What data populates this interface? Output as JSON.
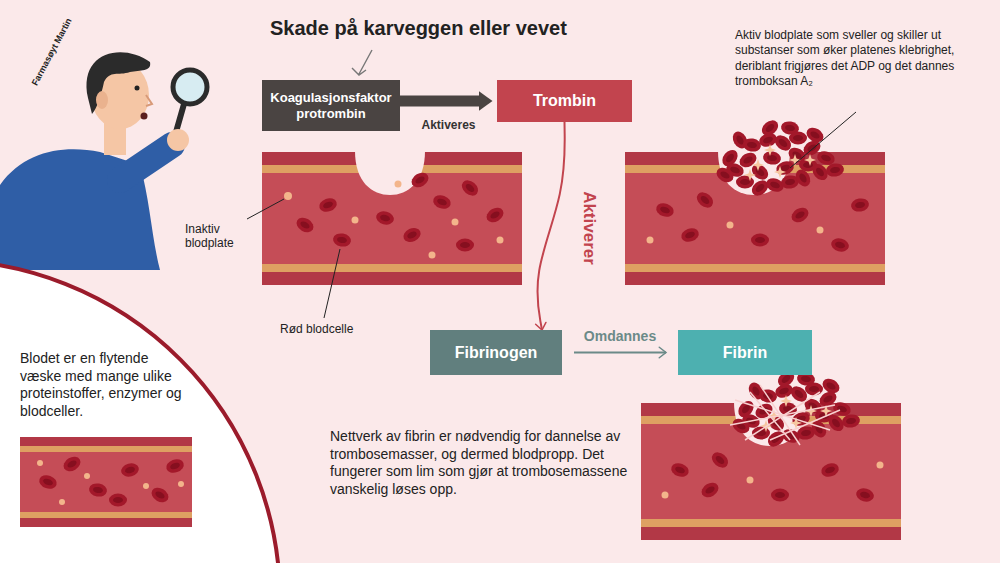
{
  "diagram": {
    "title": "Skade på karveggen eller vevet",
    "nodes": [
      {
        "text": [
          "Koagulasjonsfaktor protrombin"
        ]
      },
      {
        "text": [
          "Trombin"
        ]
      },
      {
        "text": [
          "Fibrinogen"
        ]
      },
      {
        "text": [
          "Fibrin"
        ]
      }
    ],
    "edges": [
      {
        "from": 0,
        "to": 1,
        "label": "Aktiveres",
        "arrow": "to"
      },
      {
        "from": 1,
        "to": 2,
        "label": "Aktiverer",
        "arrow": "to"
      },
      {
        "from": 2,
        "to": 3,
        "label": "Omdannes",
        "arrow": "to"
      }
    ],
    "labels": [
      "Farmasøyt Martin",
      "Aktiv blodplate som sveller og skiller ut substanser som øker platenes klebrighet, deriblant frigjøres det ADP og det dannes tromboksan A₂",
      "Inaktiv blodplate",
      "Rød blodcelle",
      "Blodet er en flytende væske med mange ulike proteinstoffer, enzymer og blodceller.",
      "Nettverk av fibrin er nødvendig for dannelse av trombosemasser, og dermed blodpropp. Det fungerer som lim som gjør at trombosemassene vanskelig løses opp."
    ]
  }
}
